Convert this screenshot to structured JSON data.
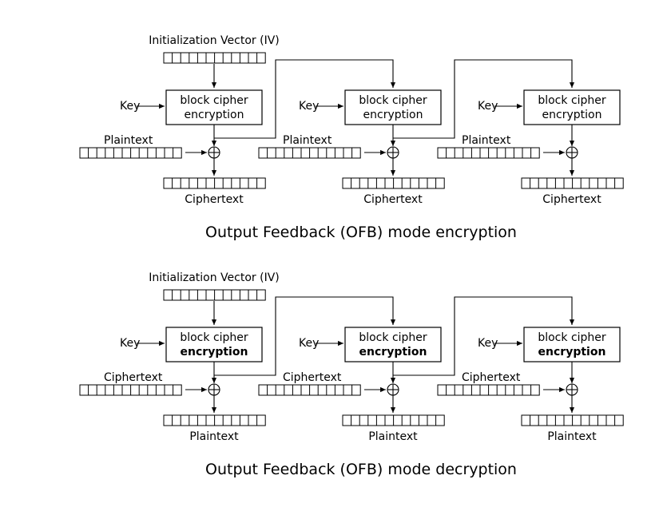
{
  "diagrams": [
    {
      "caption": "Output Feedback (OFB) mode encryption",
      "iv_label": "Initialization Vector (IV)",
      "input_label": "Plaintext",
      "output_label": "Ciphertext",
      "key_label": "Key",
      "cipher_line1": "block cipher",
      "cipher_line2": "encryption",
      "cipher_line2_bold": false,
      "stages": 3
    },
    {
      "caption": "Output Feedback (OFB) mode decryption",
      "iv_label": "Initialization Vector (IV)",
      "input_label": "Ciphertext",
      "output_label": "Plaintext",
      "key_label": "Key",
      "cipher_line1": "block cipher",
      "cipher_line2": "encryption",
      "cipher_line2_bold": true,
      "stages": 3
    }
  ],
  "register_cells": 12,
  "xor_symbol": "xor-icon"
}
